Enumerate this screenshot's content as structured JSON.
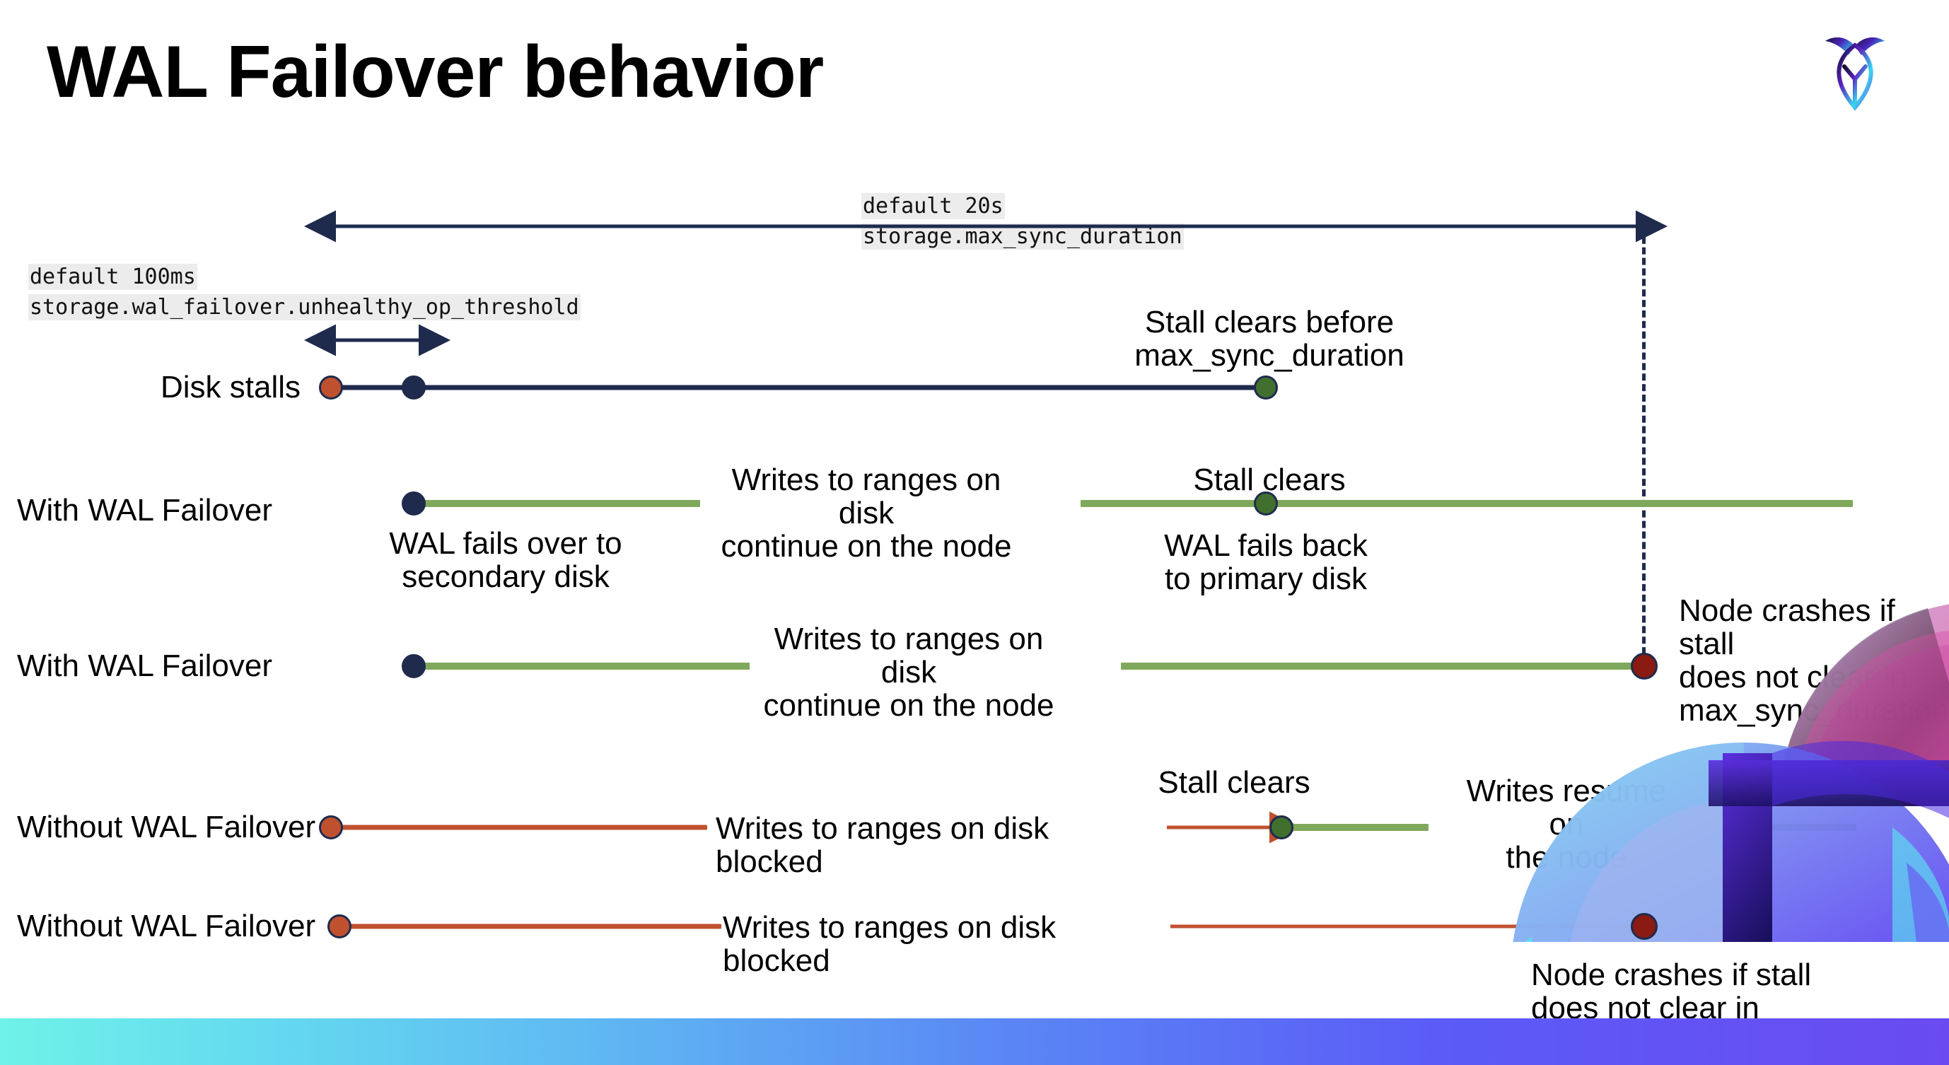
{
  "slide": {
    "title": "WAL Failover behavior",
    "logo_name": "cockroachdb-logo"
  },
  "config_labels": {
    "max_sync": {
      "line1": "default 20s",
      "line2": "storage.max_sync_duration"
    },
    "unhealthy_threshold": {
      "line1": "default 100ms",
      "line2": "storage.wal_failover.unhealthy_op_threshold"
    }
  },
  "rows": [
    {
      "id": "disk-stalls",
      "label": "Disk stalls",
      "annotation": "Stall clears before\nmax_sync_duration"
    },
    {
      "id": "with-wal-failover-clears",
      "label": "With WAL Failover",
      "annot_failover": "WAL fails over to\nsecondary disk",
      "annot_writes": "Writes to ranges on disk\ncontinue on the node",
      "annot_stall_clears": "Stall clears",
      "annot_fails_back": "WAL fails  back\nto primary disk"
    },
    {
      "id": "with-wal-failover-crash",
      "label": "With WAL Failover",
      "annot_writes": "Writes to ranges on disk\ncontinue on the node",
      "annot_crash": "Node crashes if stall\ndoes not clear in\nmax_sync_duration"
    },
    {
      "id": "without-wal-failover-clears",
      "label": "Without WAL Failover",
      "annot_blocked": "Writes to ranges on disk  blocked",
      "annot_stall_clears": "Stall clears",
      "annot_resume": "Writes resume on\nthe node"
    },
    {
      "id": "without-wal-failover-crash",
      "label": "Without WAL Failover",
      "annot_blocked": "Writes to ranges on disk  blocked",
      "annot_crash": "Node crashes if stall\ndoes not clear in\nmax_sync_duration"
    }
  ],
  "colors": {
    "navy": "#1F2B4D",
    "orange": "#C0512F",
    "green_line": "#7FA85C",
    "green_dot": "#41702E",
    "dark_red": "#8A1A12",
    "code_bg": "#ececec"
  },
  "chart_data": {
    "type": "timeline",
    "title": "WAL Failover behavior",
    "x_axis_note": "time",
    "markers": {
      "stall_start_x": 468,
      "failover_x": 585,
      "stall_clear_x": 1790,
      "max_sync_deadline_x": 2322
    },
    "intervals": [
      {
        "name": "storage.wal_failover.unhealthy_op_threshold",
        "default": "100ms",
        "from_x": 460,
        "to_x": 605
      },
      {
        "name": "storage.max_sync_duration",
        "default": "20s",
        "from_x": 460,
        "to_x": 2322
      }
    ],
    "series": [
      {
        "name": "Disk stalls",
        "y": 548,
        "events": [
          {
            "x": 468,
            "type": "dot",
            "color": "#C0512F",
            "meaning": "disk stall begins"
          },
          {
            "x": 585,
            "type": "dot",
            "color": "#1F2B4D",
            "meaning": "unhealthy op threshold reached"
          },
          {
            "x": 1790,
            "type": "dot",
            "color": "#41702E",
            "meaning": "stall clears before max_sync_duration"
          }
        ],
        "segments": [
          {
            "from_x": 468,
            "to_x": 1790,
            "color": "#1F2B4D"
          }
        ]
      },
      {
        "name": "With WAL Failover (stall clears)",
        "y": 722,
        "events": [
          {
            "x": 585,
            "type": "dot",
            "color": "#1F2B4D",
            "meaning": "WAL fails over to secondary disk"
          },
          {
            "x": 1790,
            "type": "dot",
            "color": "#41702E",
            "meaning": "stall clears, WAL fails back to primary disk"
          }
        ],
        "segments": [
          {
            "from_x": 585,
            "to_x": 990,
            "color": "#7FA85C"
          },
          {
            "from_x": 1528,
            "to_x": 2620,
            "color": "#7FA85C"
          }
        ]
      },
      {
        "name": "With WAL Failover (node crashes)",
        "y": 942,
        "events": [
          {
            "x": 585,
            "type": "dot",
            "color": "#1F2B4D",
            "meaning": "WAL fails over to secondary disk"
          },
          {
            "x": 2322,
            "type": "dot",
            "color": "#8A1A12",
            "meaning": "node crashes, stall did not clear"
          }
        ],
        "segments": [
          {
            "from_x": 585,
            "to_x": 1060,
            "color": "#7FA85C"
          },
          {
            "from_x": 1585,
            "to_x": 2322,
            "color": "#7FA85C"
          }
        ]
      },
      {
        "name": "Without WAL Failover (stall clears)",
        "y": 1170,
        "events": [
          {
            "x": 468,
            "type": "dot",
            "color": "#C0512F",
            "meaning": "disk stall begins, writes blocked"
          },
          {
            "x": 1812,
            "type": "dot",
            "color": "#41702E",
            "meaning": "stall clears"
          }
        ],
        "segments": [
          {
            "from_x": 468,
            "to_x": 1000,
            "color": "#C0512F"
          },
          {
            "from_x": 1812,
            "to_x": 2020,
            "color": "#7FA85C"
          },
          {
            "from_x": 2445,
            "to_x": 2625,
            "color": "#7FA85C"
          }
        ],
        "arrows": [
          {
            "from_x": 1650,
            "to_x": 1812,
            "color": "#C0512F"
          }
        ]
      },
      {
        "name": "Without WAL Failover (node crashes)",
        "y": 1310,
        "events": [
          {
            "x": 480,
            "type": "dot",
            "color": "#C0512F",
            "meaning": "disk stall begins, writes blocked"
          },
          {
            "x": 2325,
            "type": "dot",
            "color": "#8A1A12",
            "meaning": "node crashes, stall did not clear"
          }
        ],
        "segments": [
          {
            "from_x": 480,
            "to_x": 1020,
            "color": "#C0512F"
          }
        ],
        "arrows": [
          {
            "from_x": 1655,
            "to_x": 2325,
            "color": "#C0512F"
          }
        ]
      }
    ]
  }
}
